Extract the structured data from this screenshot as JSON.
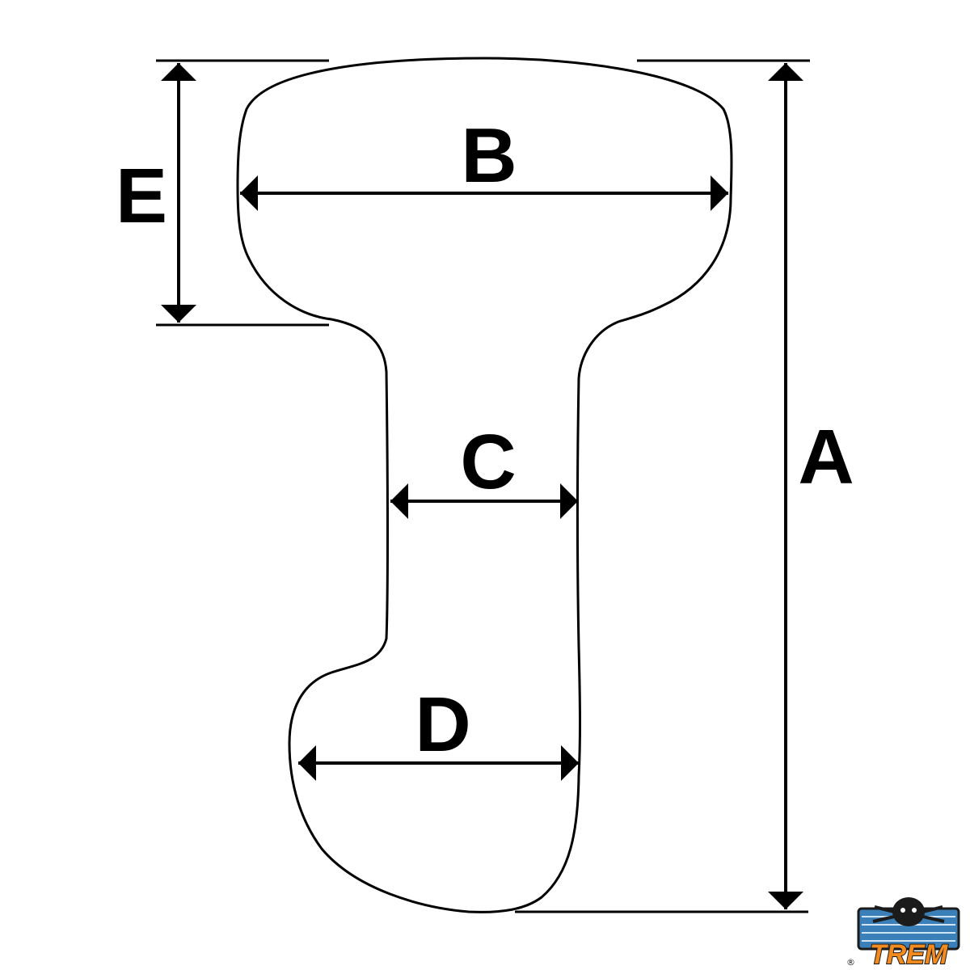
{
  "dimensions": {
    "a": "A",
    "b": "B",
    "c": "C",
    "d": "D",
    "e": "E"
  },
  "brand": {
    "name": "TREM",
    "registered": "®"
  },
  "colors": {
    "line": "#000000",
    "background": "#ffffff",
    "brand_orange": "#f28a1e",
    "brand_blue": "#3a7fb8"
  }
}
